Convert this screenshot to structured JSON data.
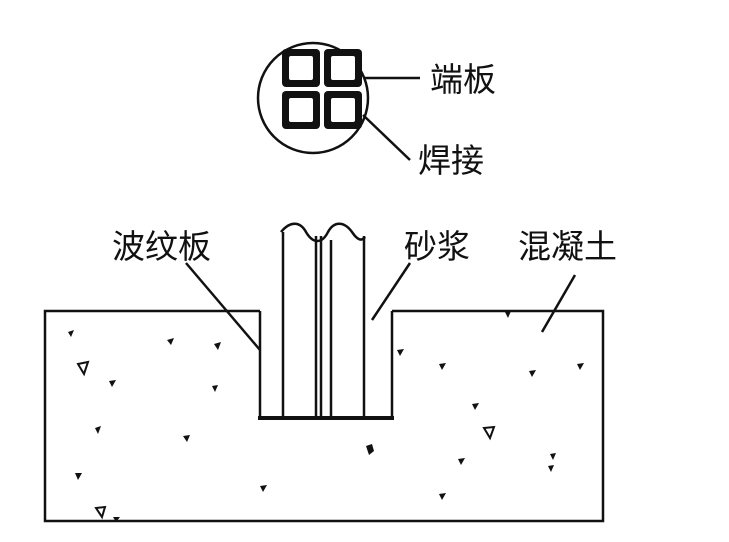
{
  "labels": {
    "end_plate": "端板",
    "weld": "焊接",
    "corrugated_plate": "波纹板",
    "mortar": "砂浆",
    "concrete": "混凝土"
  },
  "colors": {
    "stroke": "#111111",
    "background": "#ffffff"
  }
}
